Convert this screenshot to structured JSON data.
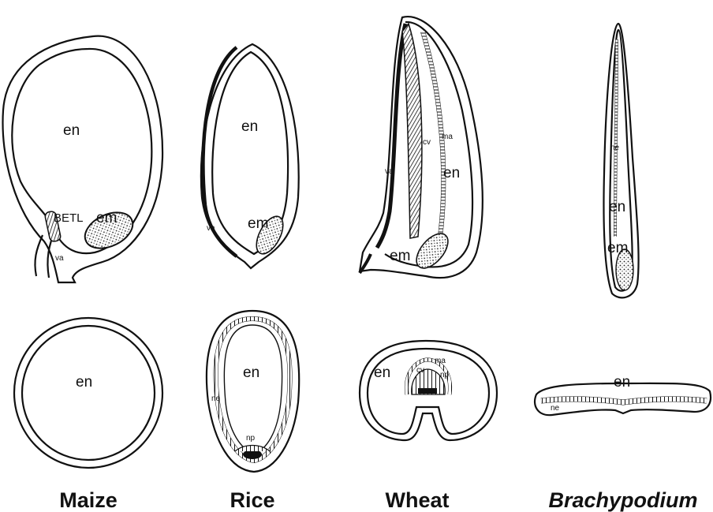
{
  "species": [
    {
      "name": "Maize",
      "italic": false
    },
    {
      "name": "Rice",
      "italic": false
    },
    {
      "name": "Wheat",
      "italic": false
    },
    {
      "name": "Brachypodium",
      "italic": true
    }
  ],
  "labels": {
    "maize_long_en": "en",
    "maize_betl": "BETL",
    "maize_em": "em",
    "maize_va": "va",
    "maize_cross_en": "en",
    "rice_long_en": "en",
    "rice_em": "em",
    "rice_va": "va",
    "rice_cross_en": "en",
    "rice_cross_ne": "ne",
    "rice_cross_np": "np",
    "wheat_long_en": "en",
    "wheat_cv": "cv",
    "wheat_ma": "ma",
    "wheat_va": "va",
    "wheat_em": "em",
    "wheat_cross_en": "en",
    "wheat_cross_cv": "cv",
    "wheat_cross_ma": "ma",
    "wheat_cross_np": "np",
    "brachy_ne": "ne",
    "brachy_en": "en",
    "brachy_em": "em",
    "brachy_cross_en": "en",
    "brachy_cross_ne": "ne"
  }
}
